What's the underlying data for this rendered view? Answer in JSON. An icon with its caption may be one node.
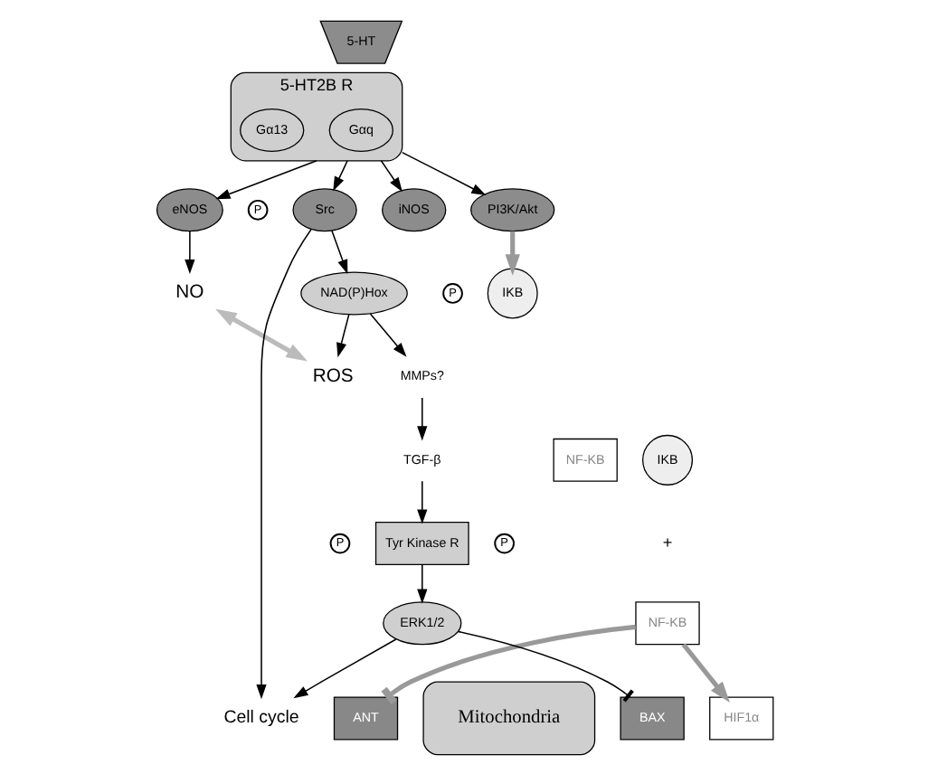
{
  "diagram": {
    "nodes": [
      {
        "text": [
          "NO"
        ]
      },
      {
        "text": [
          "ROS"
        ]
      },
      {
        "text": [
          "5-HT"
        ]
      },
      {
        "text": [
          "5-HT2B R"
        ]
      },
      {
        "text": [
          "Gαq"
        ],
        "in": 3
      },
      {
        "text": [
          "Gα13"
        ],
        "in": 3
      },
      {
        "text": [
          "eNOS"
        ]
      },
      {
        "text": [
          "iNOS"
        ]
      },
      {
        "text": [
          "NAD(P)Hox"
        ]
      },
      {
        "text": [
          "MMPs?"
        ]
      },
      {
        "text": [
          "TGF-β"
        ]
      },
      {
        "text": [
          "Tyr Kinase R"
        ],
        "beside": [
          "P",
          "P"
        ]
      },
      {
        "text": [
          "Src"
        ],
        "beside": [
          "P"
        ]
      },
      {
        "text": [
          "Cell cycle"
        ]
      },
      {
        "text": [
          "PI3K/Akt"
        ]
      },
      {
        "text": [
          "NF-KB"
        ]
      },
      {
        "text": [
          "IKB"
        ]
      },
      {
        "text": [
          "IKB"
        ],
        "beside": [
          "P"
        ]
      },
      {
        "text": [
          "NF-KB"
        ]
      },
      {
        "text": [
          "ERK1/2"
        ]
      },
      {
        "text": [
          "Mitochondria"
        ]
      },
      {
        "text": [
          "ANT"
        ]
      },
      {
        "text": [
          "BAX"
        ]
      },
      {
        "text": [
          "HIF1α"
        ]
      }
    ],
    "edges": [
      {
        "from": 0,
        "to": 1,
        "arrow": "both",
        "style": "thick",
        "color": "#bbbbbb"
      },
      {
        "from": 6,
        "to": 0,
        "arrow": "to"
      },
      {
        "from": 3,
        "to": 6,
        "arrow": "to"
      },
      {
        "from": 3,
        "to": 7,
        "arrow": "to"
      },
      {
        "from": 3,
        "to": 12,
        "arrow": "to"
      },
      {
        "from": 3,
        "to": 14,
        "arrow": "to"
      },
      {
        "from": 12,
        "to": 8,
        "arrow": "to"
      },
      {
        "from": 8,
        "to": 1,
        "arrow": "to"
      },
      {
        "from": 8,
        "to": 9,
        "arrow": "to"
      },
      {
        "from": 9,
        "to": 10,
        "arrow": "to"
      },
      {
        "from": 10,
        "to": 11,
        "arrow": "to"
      },
      {
        "from": 12,
        "to": 13,
        "arrow": "to"
      },
      {
        "from": 11,
        "to": 19,
        "arrow": "to"
      },
      {
        "from": 19,
        "to": 13,
        "arrow": "to"
      },
      {
        "from": 19,
        "to": 22,
        "arrow": "other"
      },
      {
        "from": 18,
        "to": 21,
        "arrow": "other",
        "style": "thick",
        "color": "#999999"
      },
      {
        "from": 14,
        "to": 17,
        "arrow": "to",
        "style": "thick",
        "color": "#999999"
      },
      {
        "from": 18,
        "to": 23,
        "arrow": "to",
        "style": "thick",
        "color": "#999999"
      }
    ],
    "labels": [
      "+"
    ]
  }
}
